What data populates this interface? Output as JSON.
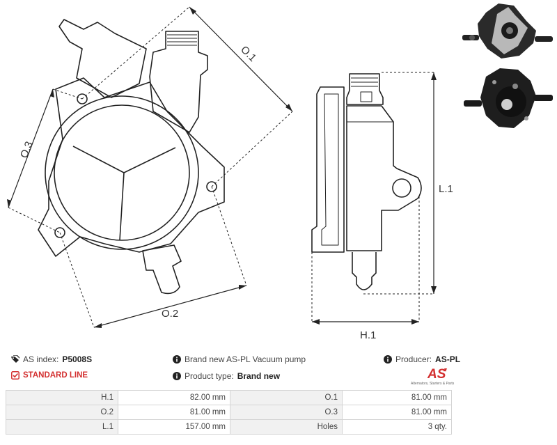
{
  "drawing": {
    "labels": {
      "o1": "O.1",
      "o2": "O.2",
      "o3": "O.3",
      "l1": "L.1",
      "h1": "H.1"
    }
  },
  "info": {
    "as_index_label": "AS index:",
    "as_index_value": "P5008S",
    "standard_line": "STANDARD LINE",
    "brand_new_text": "Brand new AS-PL Vacuum pump",
    "product_type_label": "Product type:",
    "product_type_value": "Brand new",
    "producer_label": "Producer:",
    "producer_value": "AS-PL",
    "logo_text": "AS",
    "logo_tagline": "Alternators, Starters & Parts"
  },
  "spec_table": {
    "rows": [
      {
        "l1": "H.1",
        "v1": "82.00 mm",
        "l2": "O.1",
        "v2": "81.00 mm"
      },
      {
        "l1": "O.2",
        "v1": "81.00 mm",
        "l2": "O.3",
        "v2": "81.00 mm"
      },
      {
        "l1": "L.1",
        "v1": "157.00 mm",
        "l2": "Holes",
        "v2": "3 qty."
      }
    ]
  },
  "colors": {
    "accent_red": "#d32f2f",
    "line": "#222222",
    "table_label_bg": "#f1f1f1"
  },
  "icons": [
    "tag-icon",
    "checkbox-icon",
    "info-icon"
  ]
}
